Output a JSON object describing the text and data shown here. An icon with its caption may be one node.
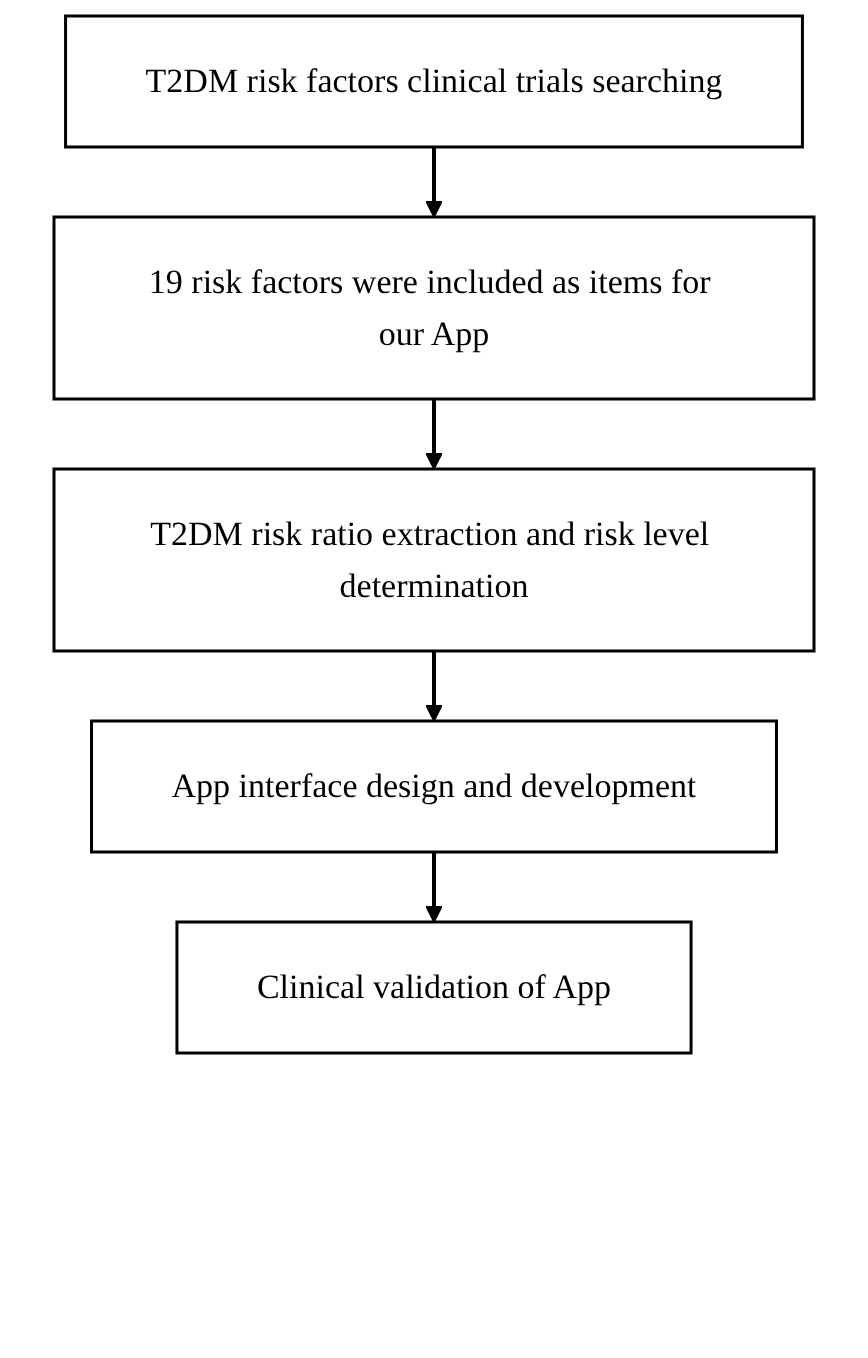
{
  "diagram": {
    "nodes": [
      {
        "text": [
          "T2DM risk factors clinical trials searching"
        ]
      },
      {
        "text": [
          "19 risk factors were included as items for our App"
        ]
      },
      {
        "text": [
          "T2DM risk ratio extraction and risk level determination"
        ]
      },
      {
        "text": [
          "App interface design and development"
        ]
      },
      {
        "text": [
          "Clinical validation of App"
        ]
      }
    ],
    "edges": [
      {
        "from": 0,
        "to": 1,
        "arrow": "to"
      },
      {
        "from": 1,
        "to": 2,
        "arrow": "to"
      },
      {
        "from": 2,
        "to": 3,
        "arrow": "to"
      },
      {
        "from": 3,
        "to": 4,
        "arrow": "to"
      }
    ]
  }
}
